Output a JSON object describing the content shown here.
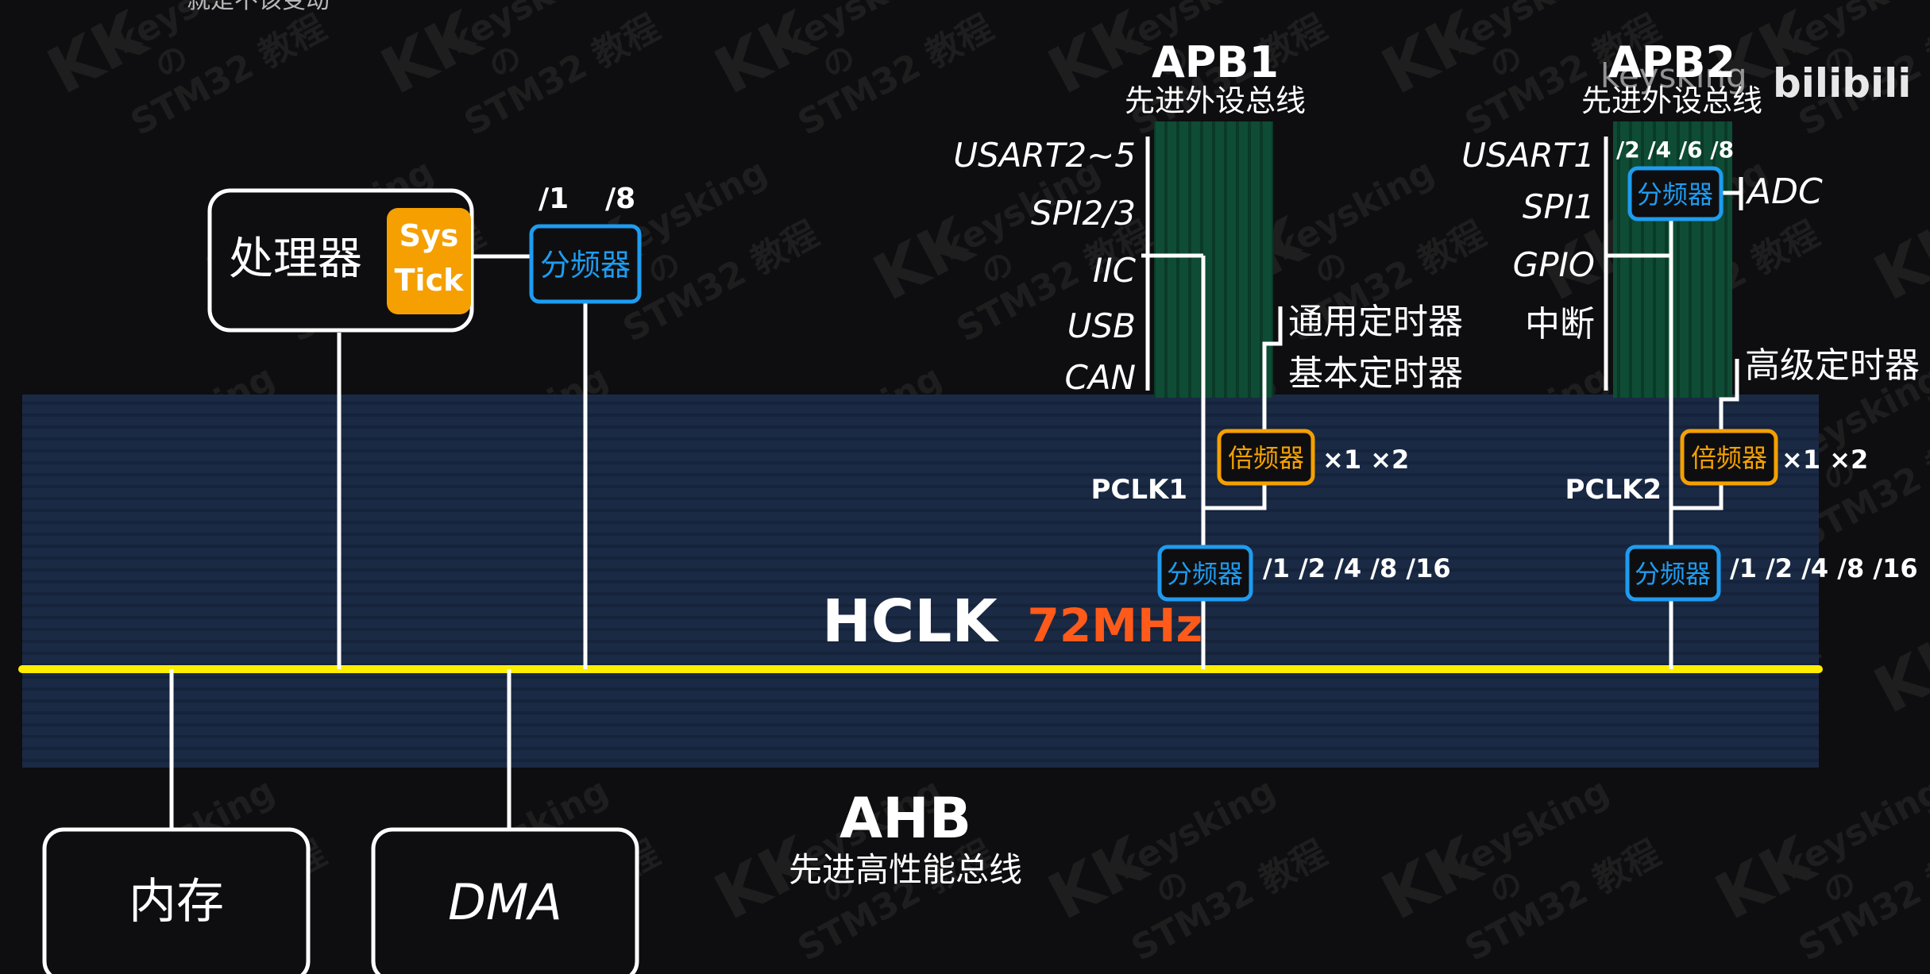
{
  "caption_top": "就是不该变动",
  "watermark": {
    "logo": "KK",
    "name": "keysking",
    "no": "の",
    "course": "STM32 教程"
  },
  "brand": {
    "channel": "keysking",
    "platform": "bilibili"
  },
  "processor": {
    "label": "处理器",
    "systick_line1": "Sys",
    "systick_line2": "Tick"
  },
  "systick_prescaler": {
    "label": "分频器",
    "div1": "/1",
    "div8": "/8"
  },
  "memory": {
    "label": "内存"
  },
  "dma": {
    "label": "DMA"
  },
  "ahb": {
    "title": "AHB",
    "subtitle": "先进高性能总线"
  },
  "hclk": {
    "label": "HCLK",
    "freq": "72MHz"
  },
  "apb1": {
    "title": "APB1",
    "subtitle": "先进外设总线",
    "peripherals": [
      "USART2~5",
      "SPI2/3",
      "IIC",
      "USB",
      "CAN"
    ],
    "timers": [
      "通用定时器",
      "基本定时器"
    ],
    "multiplier_label": "倍频器",
    "multiplier_opts": "×1 ×2",
    "pclk": "PCLK1",
    "prescaler_label": "分频器",
    "prescaler_opts": "/1 /2 /4 /8 /16"
  },
  "apb2": {
    "title": "APB2",
    "subtitle": "先进外设总线",
    "peripherals": [
      "USART1",
      "SPI1",
      "GPIO",
      "中断"
    ],
    "adc_div_opts": "/2 /4 /6 /8",
    "adc_prescaler_label": "分频器",
    "adc": "ADC",
    "timer": "高级定时器",
    "multiplier_label": "倍频器",
    "multiplier_opts": "×1 ×2",
    "pclk": "PCLK2",
    "prescaler_label": "分频器",
    "prescaler_opts": "/1 /2 /4 /8 /16"
  },
  "colors": {
    "background": "#0e0e10",
    "ahb_band": "#1a2a45",
    "apb_band": "#0e4a34",
    "bus_yellow": "#ffee00",
    "divider_blue": "#1e9cf0",
    "multiplier_orange": "#f5a000",
    "freq_orange": "#ff5a1a",
    "systick_fill": "#f5a000"
  }
}
